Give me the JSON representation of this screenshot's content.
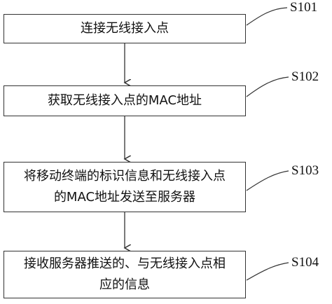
{
  "steps": [
    {
      "id": "S101",
      "text": "连接无线接入点"
    },
    {
      "id": "S102",
      "text": "获取无线接入点的MAC地址"
    },
    {
      "id": "S103",
      "text": "将移动终端的标识信息和无线接入点的MAC地址发送至服务器"
    },
    {
      "id": "S104",
      "text": "接收服务器推送的、与无线接入点相应的信息"
    }
  ]
}
